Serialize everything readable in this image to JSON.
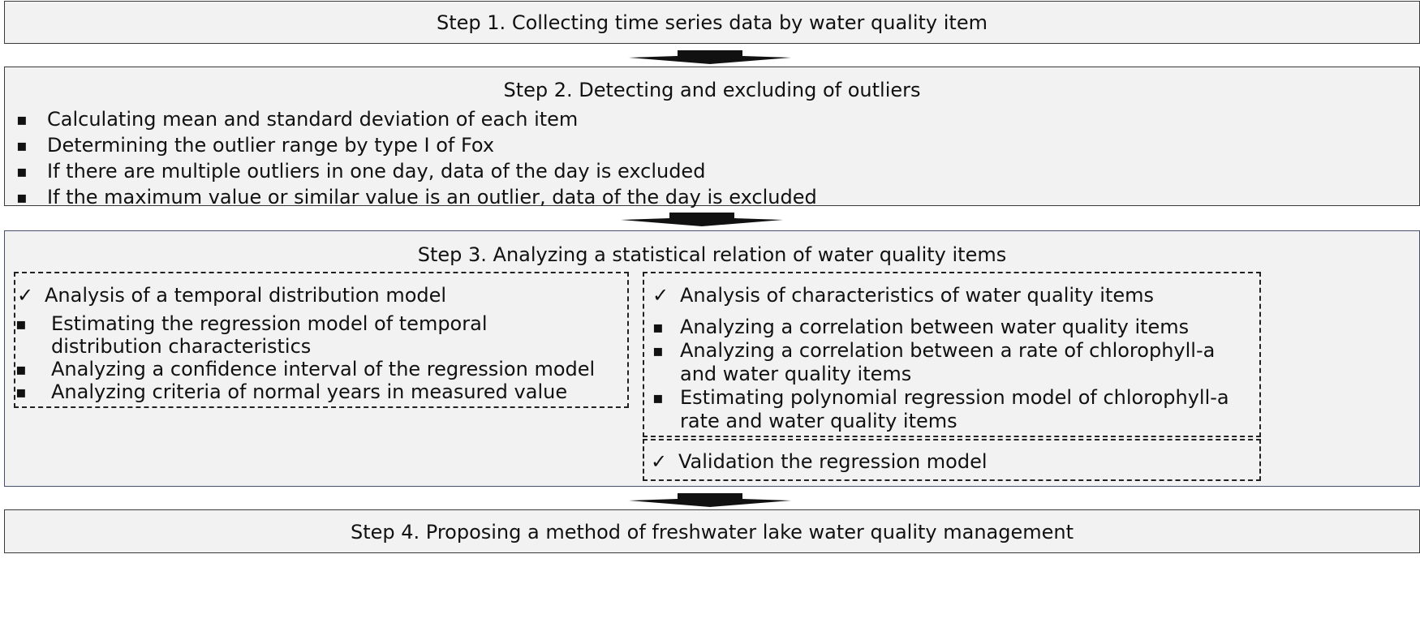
{
  "step1": {
    "title": "Step 1. Collecting time series data by water quality item"
  },
  "step2": {
    "title": "Step 2. Detecting and excluding of outliers",
    "items": [
      "Calculating mean and standard deviation of each item",
      "Determining the outlier range by type Ⅰ of Fox",
      "If there are multiple outliers in one day, data of the day is excluded",
      "If the maximum value or similar value is an outlier, data of the day is excluded"
    ]
  },
  "step3": {
    "title": "Step 3. Analyzing a statistical relation of water quality items",
    "left": {
      "heading": "Analysis of a temporal distribution model",
      "items": [
        "Estimating the regression model of temporal distribution characteristics",
        "Analyzing a confidence interval of the regression model",
        "Analyzing criteria of  normal years in measured value"
      ]
    },
    "right": {
      "heading": "Analysis of characteristics of water quality items",
      "items": [
        "Analyzing a correlation between water quality items",
        "Analyzing a correlation between a rate of chlorophyll-a and water quality items",
        "Estimating polynomial regression model of chlorophyll-a rate and water quality items"
      ]
    },
    "validation": {
      "heading": "Validation the regression model"
    }
  },
  "step4": {
    "title": "Step 4. Proposing a method of freshwater lake water quality management"
  },
  "check_mark": "✓",
  "colors": {
    "box_fill": "#f2f2f2",
    "border": "#3a3a3a",
    "arrow": "#111111"
  }
}
